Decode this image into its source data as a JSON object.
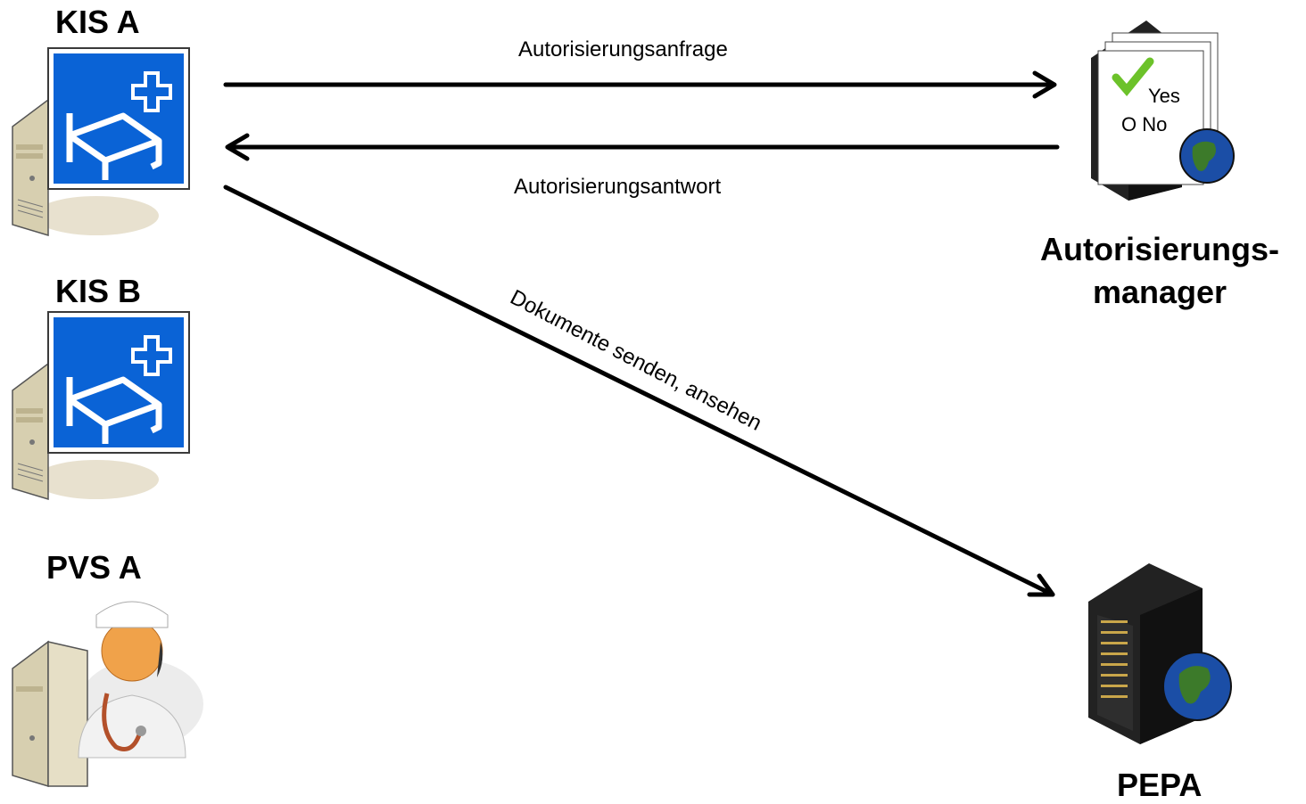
{
  "nodes": {
    "kis_a": {
      "label": "KIS A"
    },
    "kis_b": {
      "label": "KIS B"
    },
    "pvs_a": {
      "label": "PVS A"
    },
    "auth_manager": {
      "label_line1": "Autorisierungs-",
      "label_line2": "manager",
      "form_yes": "Yes",
      "form_no": "O No"
    },
    "pepa": {
      "label": "PEPA"
    }
  },
  "edges": {
    "request": "Autorisierungsanfrage",
    "response": "Autorisierungsantwort",
    "documents": "Dokumente senden, ansehen"
  },
  "colors": {
    "hospital_sign": "#0a63d6",
    "server_body": "#e3ddc5",
    "server_dark": "#1b1b1b",
    "check": "#6cc22a",
    "globe": "#1b4ea6"
  },
  "icons": [
    "hospital-bed-icon",
    "server-tower-icon",
    "doctor-icon",
    "checklist-document-icon",
    "globe-icon",
    "rack-server-icon"
  ]
}
